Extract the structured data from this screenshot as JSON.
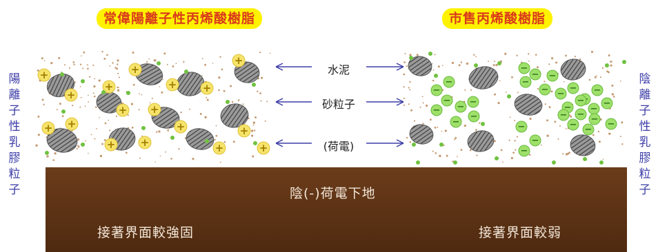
{
  "titles": {
    "left": "常偉陽離子性丙烯酸樹脂",
    "right": "市售丙烯酸樹脂"
  },
  "side_labels": {
    "left": [
      "陽",
      "離",
      "子",
      "性",
      "乳",
      "膠",
      "粒",
      "子"
    ],
    "right": [
      "陰",
      "離",
      "子",
      "性",
      "乳",
      "膠",
      "粒",
      "子"
    ]
  },
  "center_labels": {
    "cement": "水泥",
    "sand": "砂粒子",
    "charge": "(荷電)"
  },
  "ground": {
    "substrate": "陰(-)荷電下地",
    "left_caption": "接著界面較強固",
    "right_caption": "接著界面較弱"
  },
  "colors": {
    "title_bg": "#fff200",
    "title_text": "#d93a1d",
    "side_text": "#3c3ca8",
    "arrow": "#3c3ca8",
    "positive_particle": "#f6e36a",
    "negative_particle": "#9ee06a",
    "ground": "#5a3214"
  },
  "symbols": {
    "positive": "+",
    "negative": "−"
  }
}
